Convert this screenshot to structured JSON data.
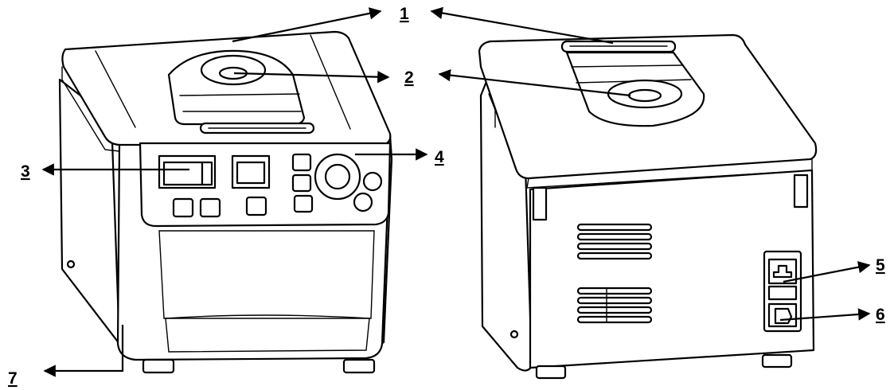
{
  "callouts": [
    {
      "id": "1",
      "label": "1"
    },
    {
      "id": "2",
      "label": "2"
    },
    {
      "id": "3",
      "label": "3"
    },
    {
      "id": "4",
      "label": "4"
    },
    {
      "id": "5",
      "label": "5"
    },
    {
      "id": "6",
      "label": "6"
    },
    {
      "id": "7",
      "label": "7"
    }
  ],
  "colors": {
    "stroke": "#000000",
    "background": "#ffffff"
  }
}
